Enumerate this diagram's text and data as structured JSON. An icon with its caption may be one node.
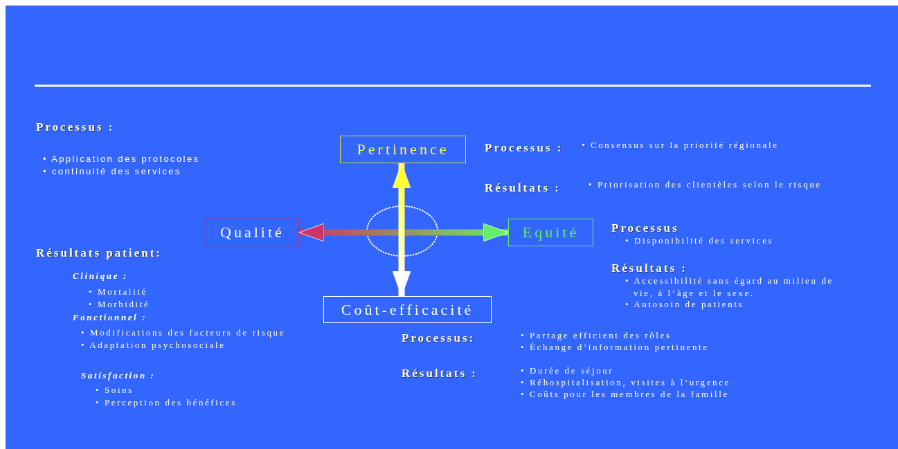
{
  "diagram": {
    "nodes": [
      {
        "text": [
          "Qualité"
        ]
      },
      {
        "text": [
          "Pertinence"
        ]
      },
      {
        "text": [
          "Equité"
        ]
      },
      {
        "text": [
          "Coût-efficacité"
        ]
      }
    ],
    "edges": [
      {
        "from": 0,
        "to": 2,
        "arrow": "both"
      },
      {
        "from": 1,
        "to": 3,
        "arrow": "both"
      }
    ],
    "labels": [
      "Processus :",
      "• Application des protocoles",
      "• continuité des services",
      "Processus :",
      "• Consensus sur la priorité régionale",
      "Résultats :",
      "• Priorisation des clientèles selon le risque",
      "Processus",
      "• Disponibilité des services",
      "Résultats patient:",
      "Résultats :",
      "• Accessibilité sans égard au milieu de vie, à l’âge et le sexe.",
      "• Autosoin de patients",
      "Clinique :",
      "• Mortalité",
      "• Morbidité",
      "Fonctionnel :",
      "• Modifications des facteurs de risque",
      "• Adaptation psychosociale",
      "Processus:",
      "• Partage efficient des rôles",
      "• Échange d’information pertinente",
      "Résultats :",
      "• Durée de séjour",
      "• Réhospitalisation, visites à l’urgence",
      "• Coûts pour les membres de la famille",
      "Satisfaction :",
      "• Soins",
      "• Perception des bénéfices"
    ]
  }
}
